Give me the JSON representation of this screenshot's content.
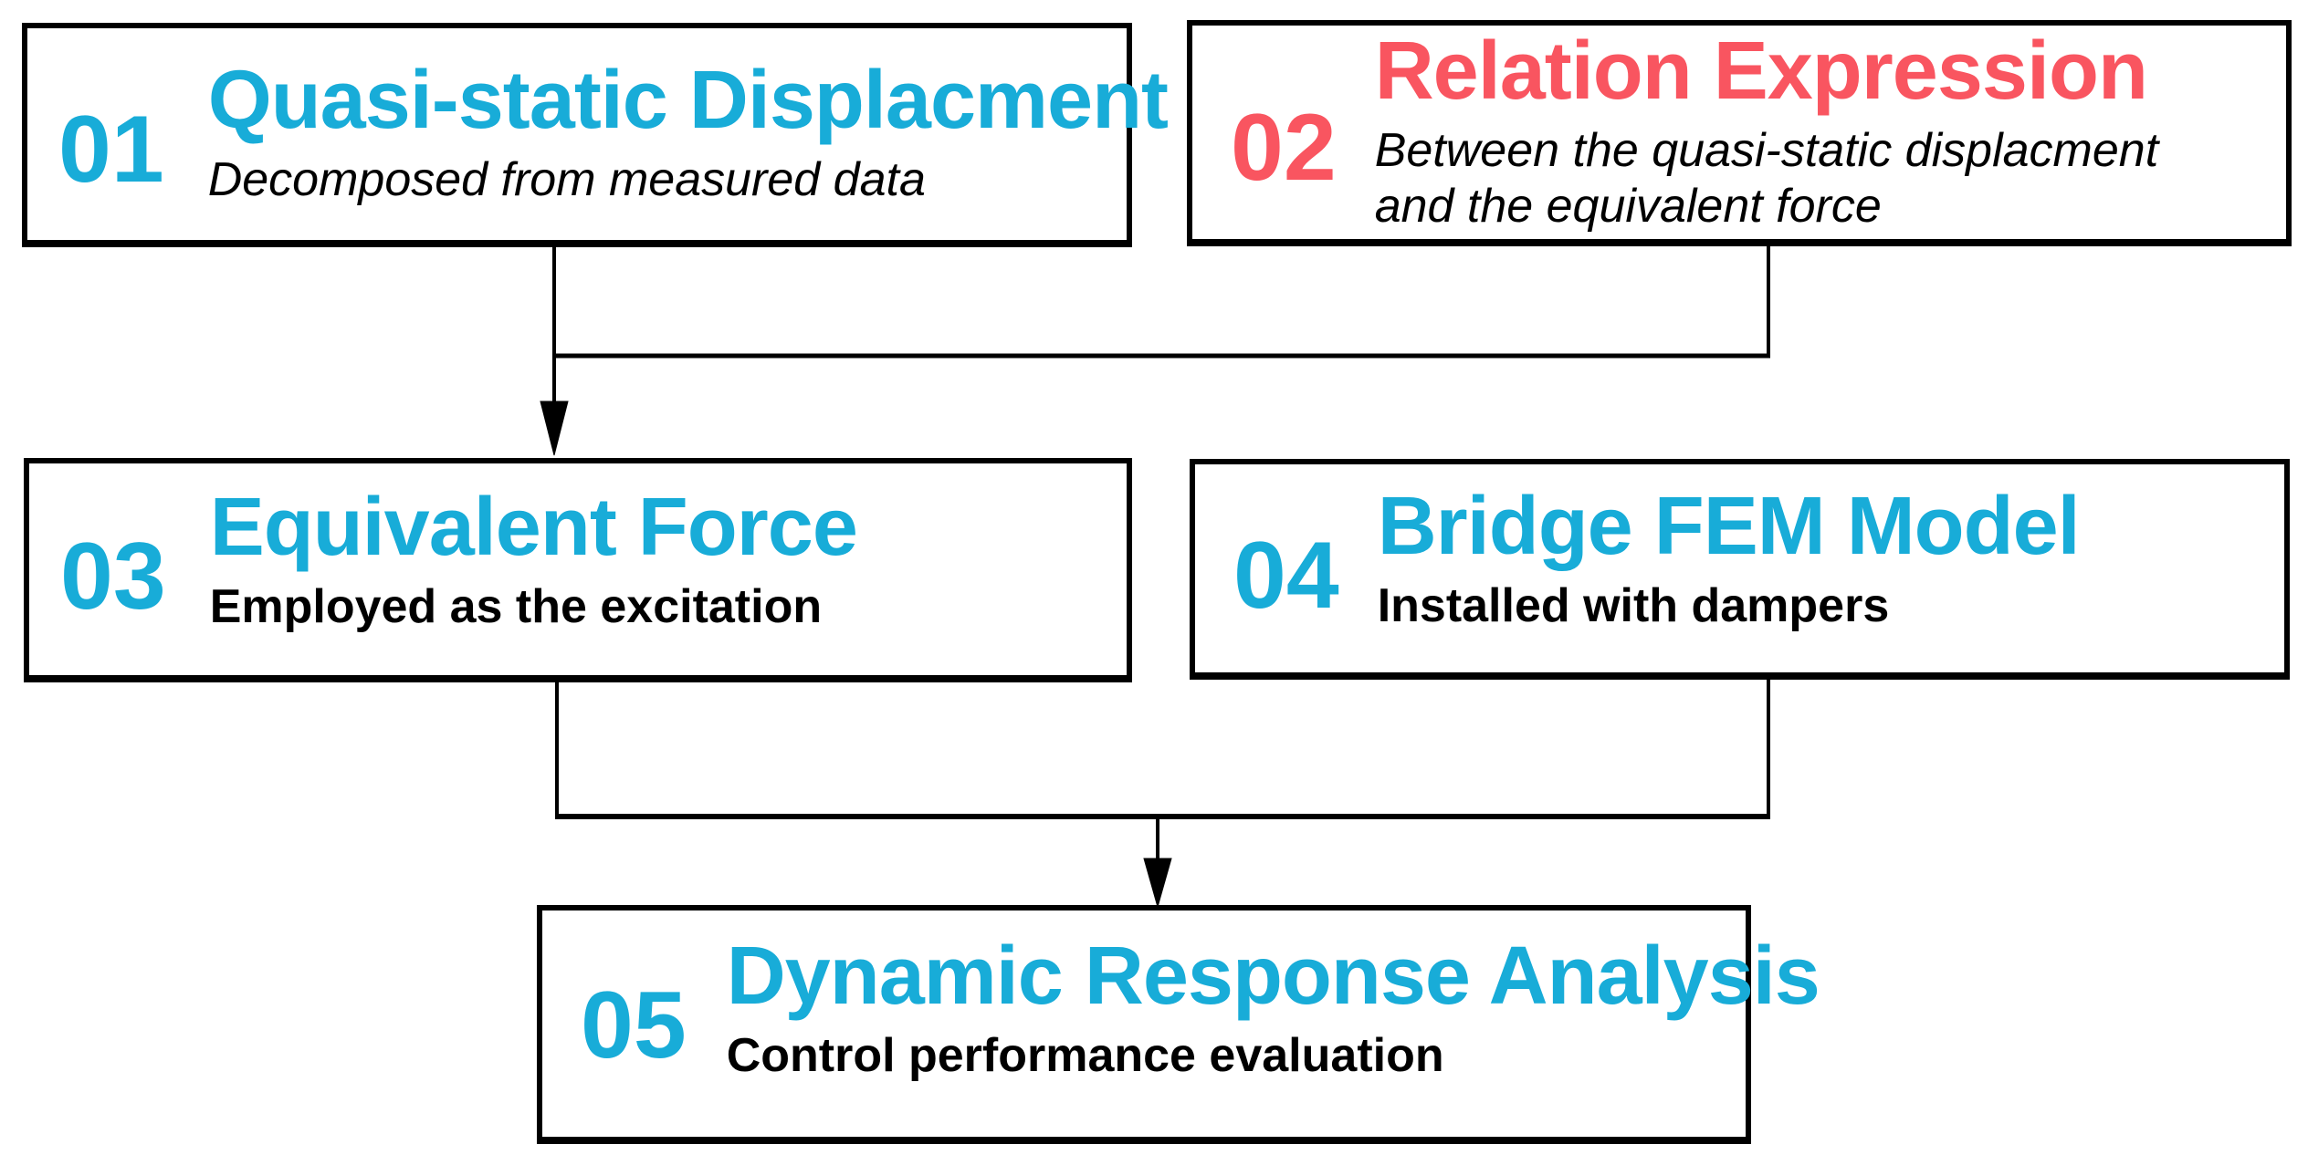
{
  "palette": {
    "accent_cyan": "#18ACD8",
    "accent_red": "#F95560",
    "line_black": "#000000",
    "background": "#FFFFFF"
  },
  "diagram": {
    "type": "flowchart",
    "steps": [
      {
        "number": "01",
        "title": "Quasi-static Displacment",
        "subtitle": "Decomposed from measured data",
        "accent": "cyan",
        "subtitle_style": "italic"
      },
      {
        "number": "02",
        "title": "Relation Expression",
        "subtitle": "Between the quasi-static displacment\nand the equivalent force",
        "accent": "red",
        "subtitle_style": "italic"
      },
      {
        "number": "03",
        "title": "Equivalent Force",
        "subtitle": "Employed as the excitation",
        "accent": "cyan",
        "subtitle_style": "bold"
      },
      {
        "number": "04",
        "title": "Bridge FEM Model",
        "subtitle": "Installed with dampers",
        "accent": "cyan",
        "subtitle_style": "bold"
      },
      {
        "number": "05",
        "title": "Dynamic Response Analysis",
        "subtitle": "Control performance evaluation",
        "accent": "cyan",
        "subtitle_style": "bold"
      }
    ],
    "connections": [
      {
        "from": [
          "01",
          "02"
        ],
        "to": "03"
      },
      {
        "from": [
          "03",
          "04"
        ],
        "to": "05"
      }
    ]
  }
}
